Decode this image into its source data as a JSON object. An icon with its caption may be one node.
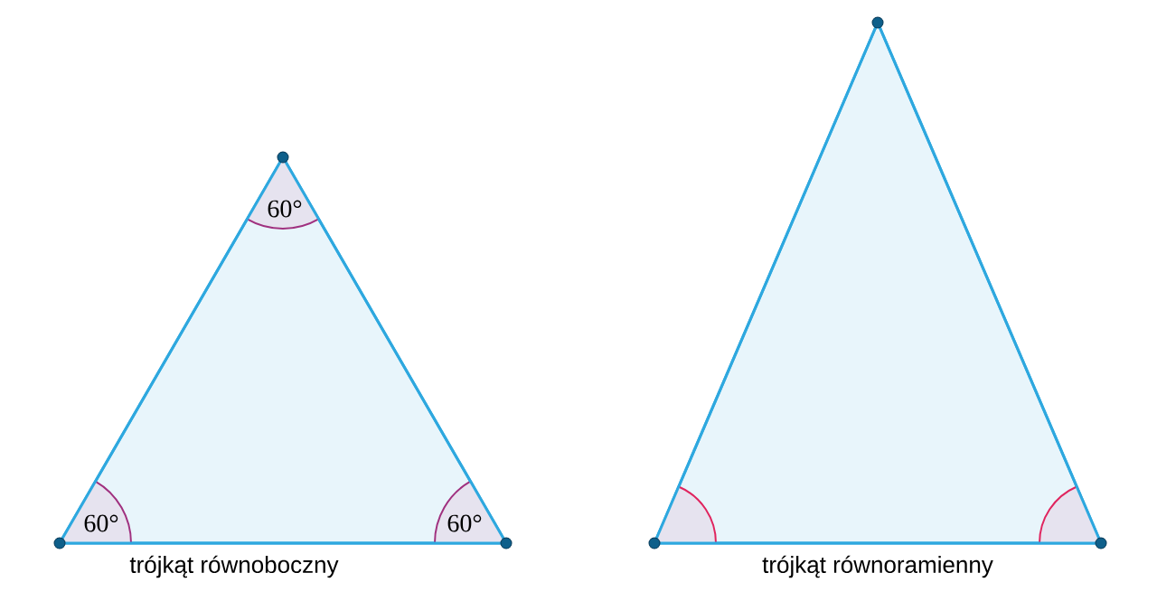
{
  "diagram": {
    "nodes": [
      {
        "text": [],
        "shape": "triangle",
        "beside": [
          "trójkąt równoboczny"
        ]
      },
      {
        "text": [],
        "shape": "triangle",
        "beside": [
          "trójkąt równoramienny"
        ]
      }
    ],
    "labels": [
      "60°",
      "60°",
      "60°"
    ]
  }
}
